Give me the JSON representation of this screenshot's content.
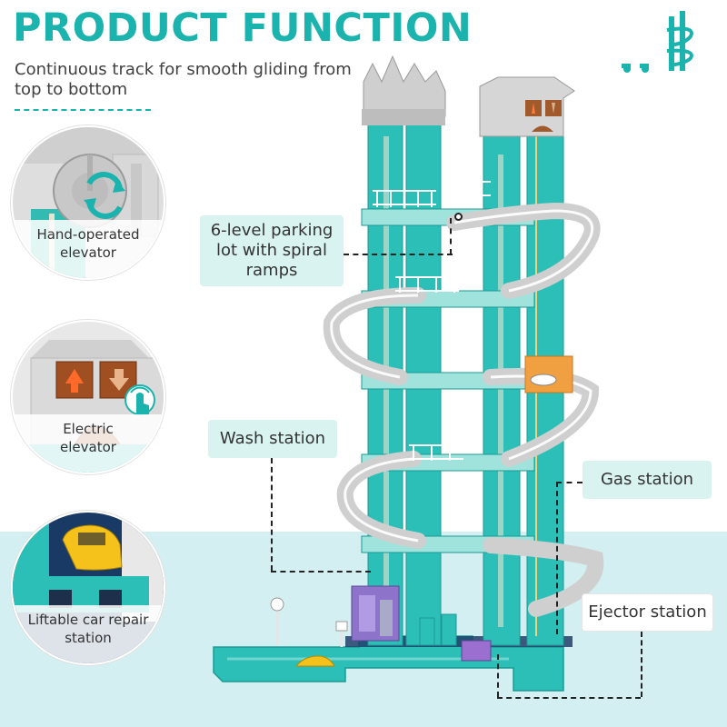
{
  "header": {
    "title": "PRODUCT FUNCTION",
    "subtitle": "Continuous track for smooth gliding from top to bottom"
  },
  "features": [
    {
      "label_line1": "Hand-operated",
      "label_line2": "elevator",
      "icon": "rotate-arrows-icon"
    },
    {
      "label_line1": "Electric",
      "label_line2": "elevator",
      "icon": "tap-hand-icon"
    },
    {
      "label_line1": "Liftable car repair",
      "label_line2": "station",
      "icon": "car-lift-icon"
    }
  ],
  "callouts": {
    "parking": {
      "line1": "6-level parking",
      "line2": "lot with spiral",
      "line3": "ramps"
    },
    "wash": "Wash station",
    "gas": "Gas station",
    "ejector": "Ejector station"
  },
  "colors": {
    "accent": "#1bb3ad",
    "tower": "#2bbfb8",
    "track": "#cfcfcf",
    "light_bg": "#d4eff1"
  }
}
